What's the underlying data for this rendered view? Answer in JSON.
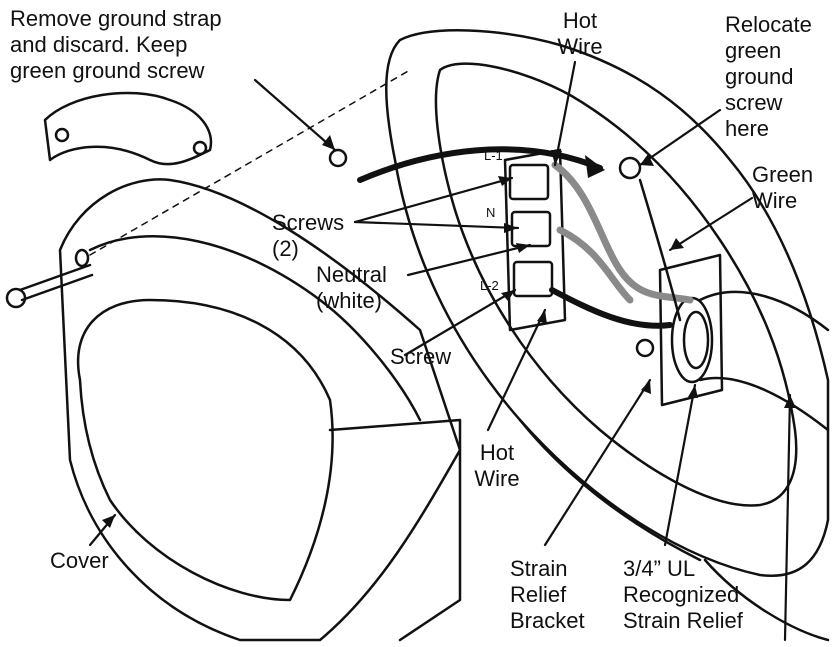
{
  "labels": {
    "ground_strap": "Remove ground strap\nand discard. Keep\ngreen ground screw",
    "hot_wire_top": "Hot\nWire",
    "relocate": "Relocate\ngreen\nground\nscrew\nhere",
    "green_wire": "Green\nWire",
    "screws": "Screws\n(2)",
    "neutral": "Neutral\n(white)",
    "screw": "Screw",
    "hot_wire_bottom": "Hot\nWire",
    "cover": "Cover",
    "strain_bracket": "Strain\nRelief\nBracket",
    "strain_relief": "3/4” UL\nRecognized\nStrain Relief"
  },
  "terminals": {
    "l1": "L-1",
    "n": "N",
    "l2": "L-2"
  },
  "colors": {
    "line": "#111111",
    "gray_wire": "#8a8a8a",
    "black_wire": "#111111"
  }
}
